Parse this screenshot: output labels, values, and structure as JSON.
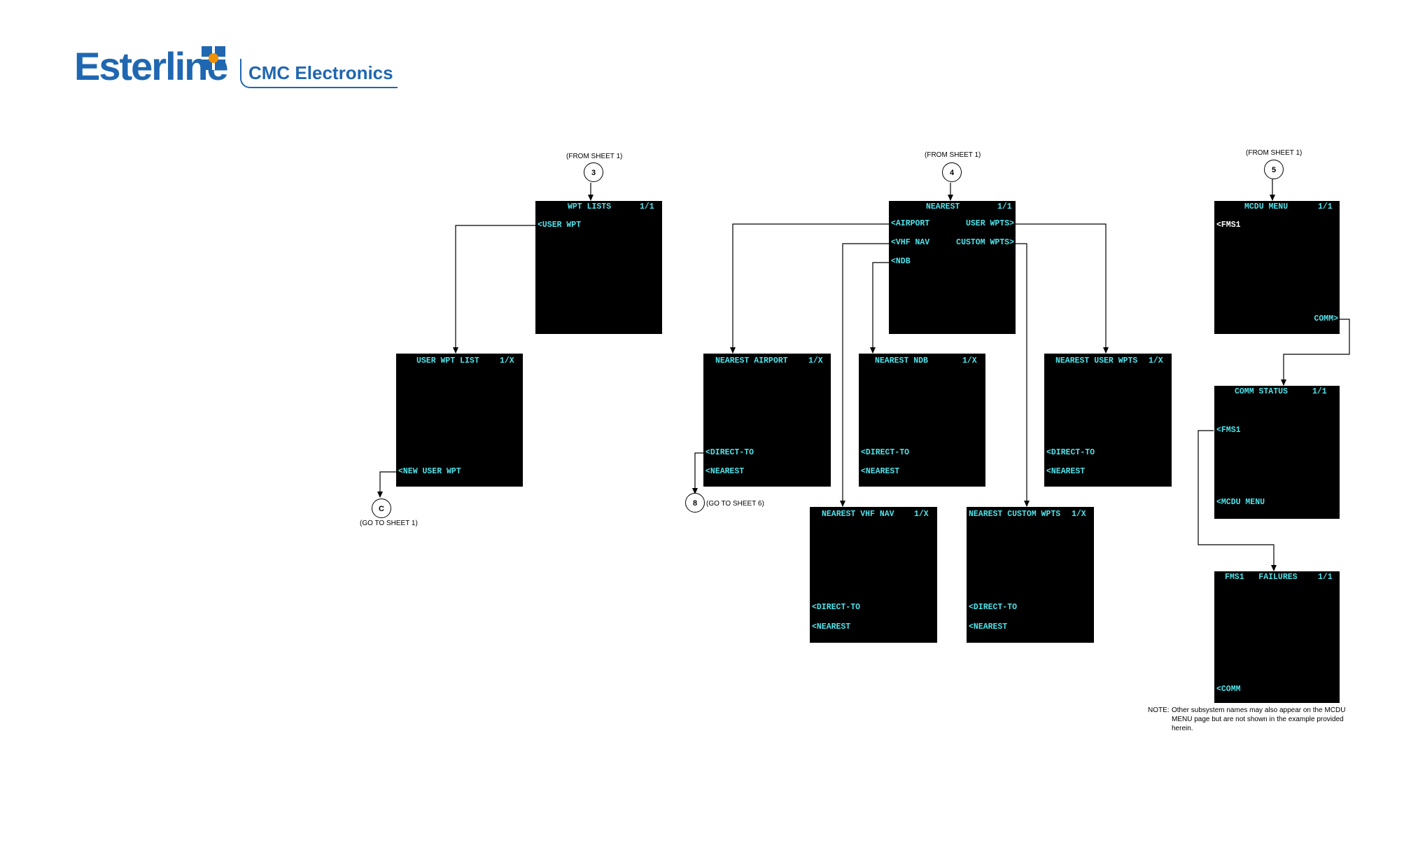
{
  "logo": {
    "brand": "Esterline",
    "division": "CMC Electronics"
  },
  "connectors": {
    "from3": {
      "label": "(FROM SHEET 1)",
      "number": "3"
    },
    "from4": {
      "label": "(FROM SHEET 1)",
      "number": "4"
    },
    "from5": {
      "label": "(FROM SHEET 1)",
      "number": "5"
    },
    "toC": {
      "letter": "C",
      "label": "(GO TO SHEET 1)"
    },
    "to8": {
      "number": "8",
      "label": "(GO TO SHEET 6)"
    }
  },
  "screens": {
    "wpt_lists": {
      "title": "WPT LISTS",
      "page": "1/1",
      "l1": "<USER WPT"
    },
    "user_wpt_list": {
      "title": "USER WPT LIST",
      "page": "1/X",
      "l6": "<NEW USER WPT"
    },
    "nearest": {
      "title": "NEAREST",
      "page": "1/1",
      "l1": "<AIRPORT",
      "r1": "USER WPTS>",
      "l2": "<VHF NAV",
      "r2": "CUSTOM WPTS>",
      "l3": "<NDB"
    },
    "nearest_airport": {
      "title": "NEAREST AIRPORT",
      "page": "1/X",
      "l5": "<DIRECT-TO",
      "l6": "<NEAREST"
    },
    "nearest_ndb": {
      "title": "NEAREST NDB",
      "page": "1/X",
      "l5": "<DIRECT-TO",
      "l6": "<NEAREST"
    },
    "nearest_user_wpts": {
      "title": "NEAREST USER WPTS",
      "page": "1/X",
      "l5": "<DIRECT-TO",
      "l6": "<NEAREST"
    },
    "nearest_vhf_nav": {
      "title": "NEAREST VHF NAV",
      "page": "1/X",
      "l5": "<DIRECT-TO",
      "l6": "<NEAREST"
    },
    "nearest_custom_wpts": {
      "title": "NEAREST CUSTOM WPTS",
      "page": "1/X",
      "l5": "<DIRECT-TO",
      "l6": "<NEAREST"
    },
    "mcdu_menu": {
      "title": "MCDU MENU",
      "page": "1/1",
      "l1": "<FMS1",
      "r6": "COMM>"
    },
    "comm_status": {
      "title": "COMM STATUS",
      "page": "1/1",
      "l3": "<FMS1",
      "l6": "<MCDU MENU"
    },
    "fms1_failures": {
      "title": "FMS1   FAILURES",
      "page": "1/1",
      "l6": "<COMM"
    }
  },
  "note": {
    "label": "NOTE:",
    "text": "Other subsystem names may also appear on the MCDU MENU page but are not shown in the example provided herein."
  }
}
